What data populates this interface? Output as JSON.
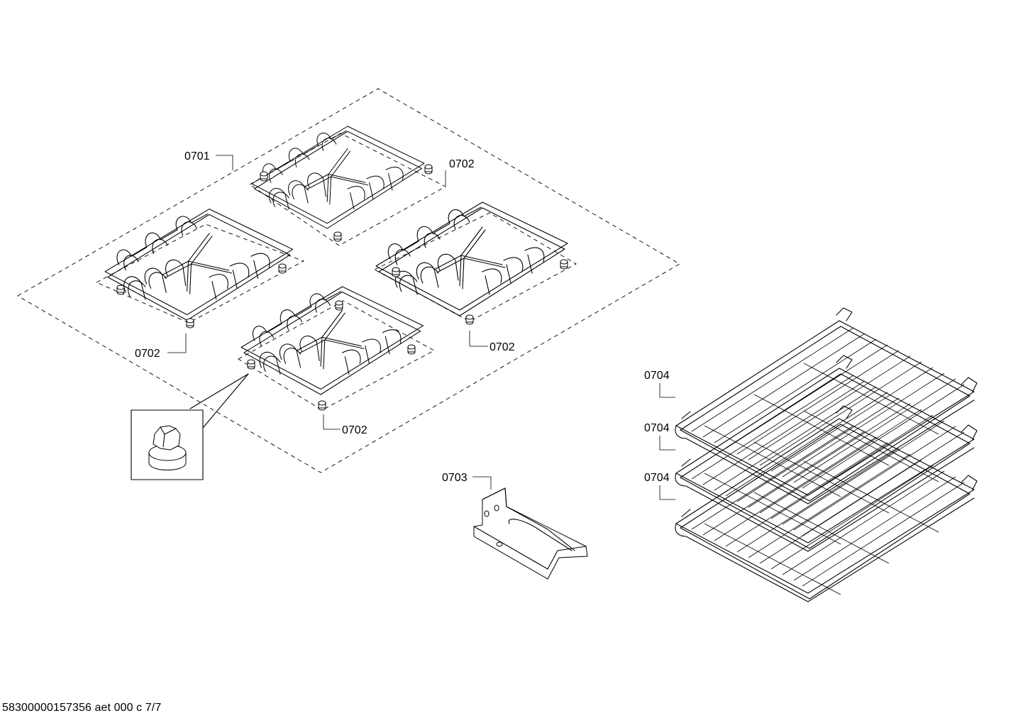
{
  "labels": {
    "grate_set": "0701",
    "grate_top": "0702",
    "grate_left": "0702",
    "grate_right": "0702",
    "grate_front": "0702",
    "bracket": "0703",
    "rack_1": "0704",
    "rack_2": "0704",
    "rack_3": "0704"
  },
  "footer": {
    "doc_id": "58300000157356 aet 000 c 7/7"
  }
}
